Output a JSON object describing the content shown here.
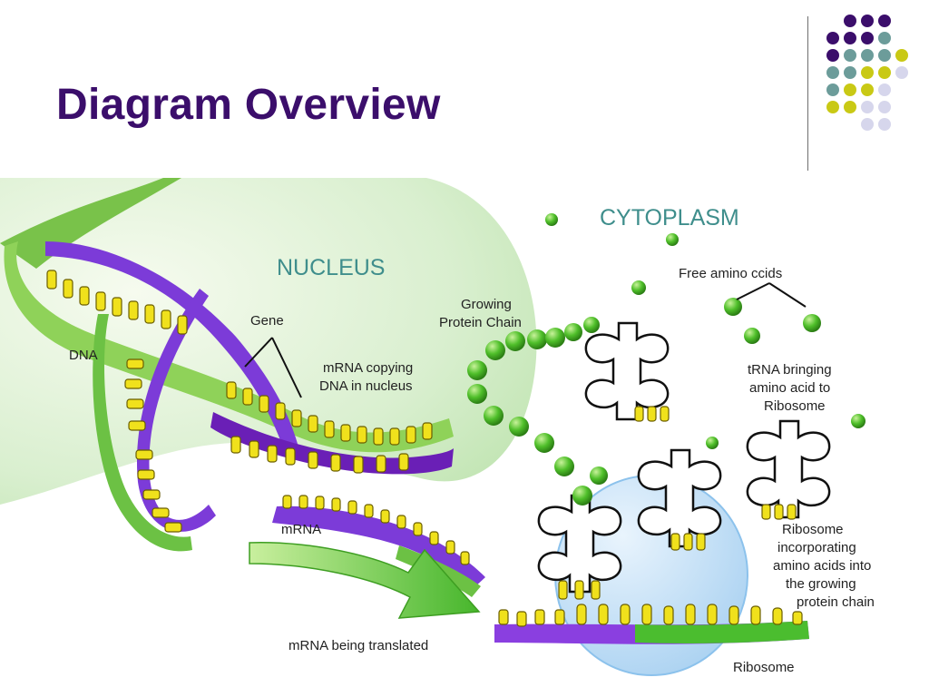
{
  "slide": {
    "title": "Diagram Overview",
    "colors": {
      "title": "#3b0e6b",
      "purple": "#3b0e6b",
      "teal": "#6c9c9a",
      "yellow": "#c9c915",
      "lavender": "#d6d6ec"
    }
  },
  "diagram": {
    "regions": {
      "cytoplasm": "CYTOPLASM",
      "nucleus": "NUCLEUS"
    },
    "labels": {
      "dna": "DNA",
      "gene": "Gene",
      "mrna_copying_1": "mRNA copying",
      "mrna_copying_2": "DNA in nucleus",
      "growing_1": "Growing",
      "growing_2": "Protein Chain",
      "free_amino": "Free amino ccids",
      "trna_1": "tRNA bringing",
      "trna_2": "amino acid to",
      "trna_3": "Ribosome",
      "mrna": "mRNA",
      "ribosome_inc_1": "Ribosome",
      "ribosome_inc_2": "incorporating",
      "ribosome_inc_3": "amino acids into",
      "ribosome_inc_4": "the growing",
      "ribosome_inc_5": "protein chain",
      "translated": "mRNA being translated",
      "ribosome": "Ribosome"
    }
  }
}
